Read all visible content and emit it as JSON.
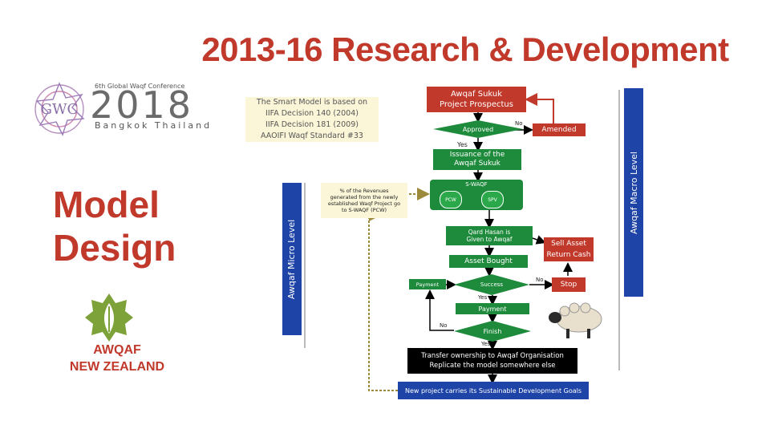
{
  "title": "2013-16 Research & Development",
  "side_title": [
    "Model",
    "Design"
  ],
  "conference": {
    "name": "6th Global Waqf Conference",
    "year": "2018",
    "city": "Bangkok Thailand"
  },
  "org_logo": {
    "line1": "AWQAF",
    "line2": "NEW ZEALAND"
  },
  "smart_model": [
    "The Smart Model is based on",
    "IIFA Decision 140 (2004)",
    "IIFA Decision 181 (2009)",
    "AAOIFI Waqf Standard #33"
  ],
  "macro_level": "Awqaf Macro Level",
  "micro_level": "Awqaf Micro Level",
  "nodes": {
    "prospectus": [
      "Awqaf Sukuk",
      "Project Prospectus"
    ],
    "approved": "Approved",
    "amended": "Amended",
    "issuance": [
      "Issuance of the",
      "Awqaf Sukuk"
    ],
    "revenues_note": [
      "% of the Revenues",
      "generated from the newly",
      "established Waqf Project go",
      "to S-WAQF (PCW)"
    ],
    "swaqf": "S-WAQF",
    "pcw": "PCW",
    "spv": "SPV",
    "qard": [
      "Qard Hasan is",
      "Given to Awqaf"
    ],
    "sell": [
      "Sell Asset",
      "Return Cash"
    ],
    "asset_bought": "Asset Bought",
    "payment_left": "Payment",
    "success": "Success",
    "stop": "Stop",
    "payment_mid": "Payment",
    "finish": "Finish",
    "transfer": [
      "Transfer ownership to Awqaf Organisation",
      "Replicate the model somewhere else"
    ],
    "new_project": "New project carries its Sustainable Development Goals"
  },
  "edge_labels": {
    "no1": "No",
    "yes1": "Yes",
    "no2": "No",
    "yes2": "Yes",
    "no3": "No",
    "yes3": "Yes"
  },
  "colors": {
    "title": "#c0392b",
    "green": "#1e8a3c",
    "red": "#c0392b",
    "blue": "#1e44a8",
    "black": "#000000"
  }
}
